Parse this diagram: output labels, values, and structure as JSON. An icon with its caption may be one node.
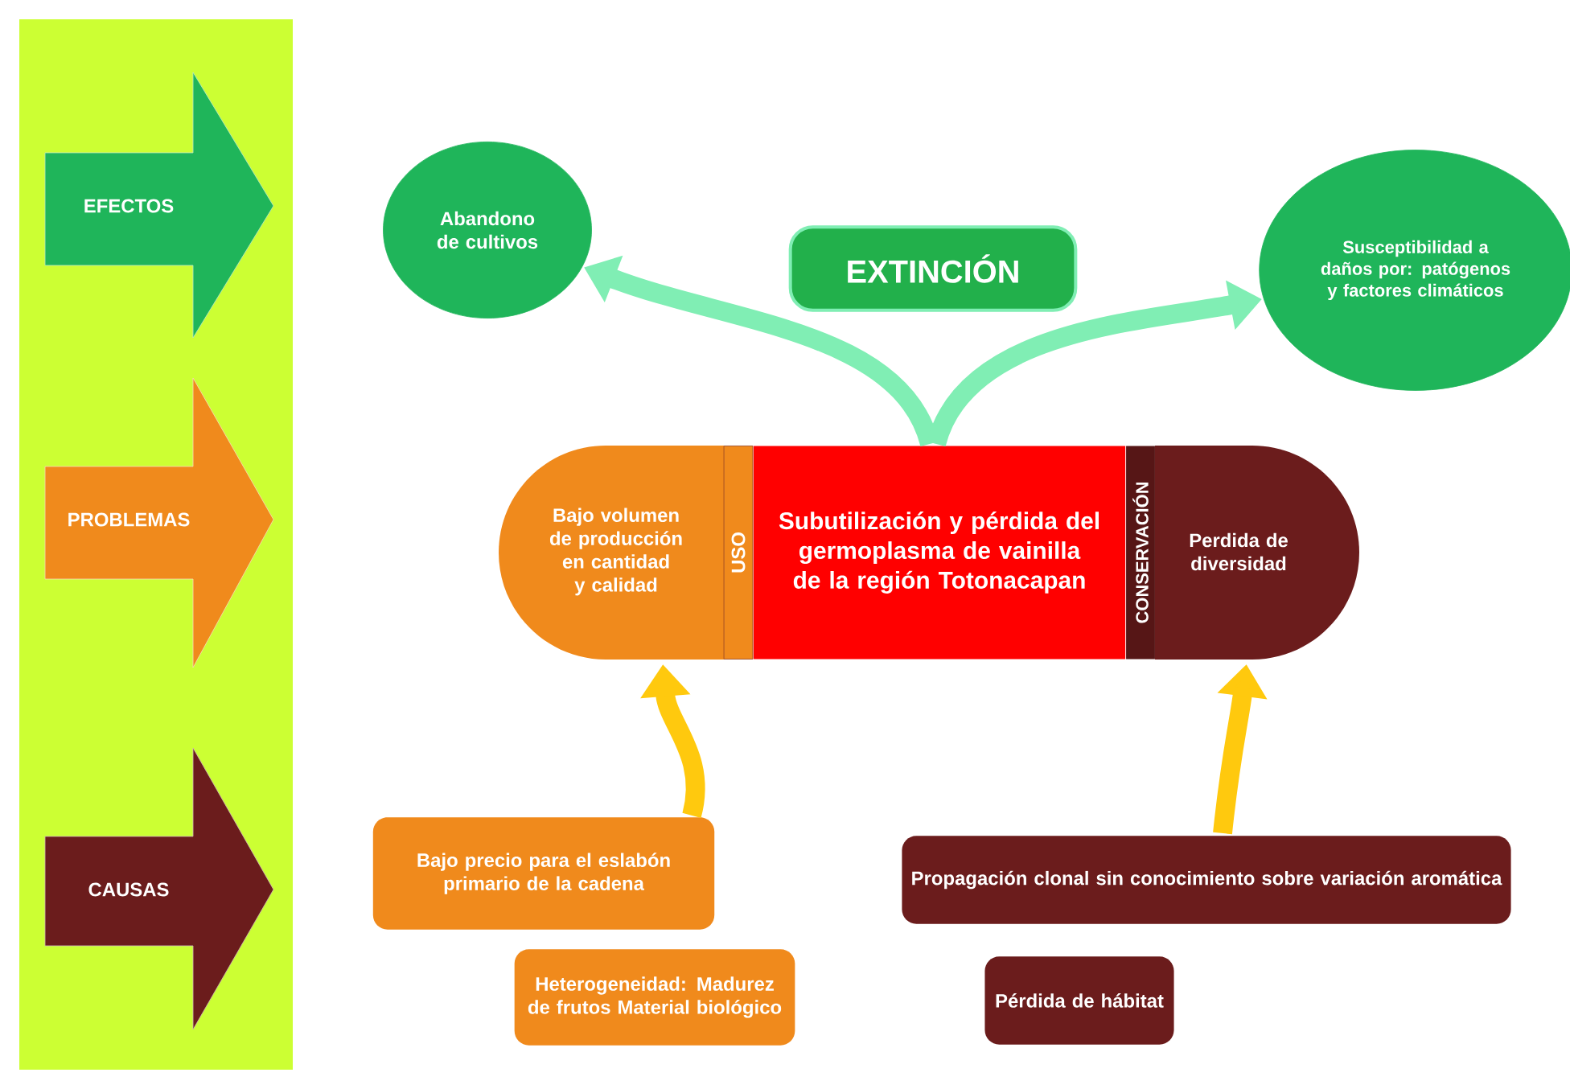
{
  "diagram": {
    "nodes": [
      {
        "text": [
          "EFECTOS"
        ]
      },
      {
        "text": [
          "PROBLEMAS"
        ]
      },
      {
        "text": [
          "CAUSAS"
        ]
      },
      {
        "text": [
          "Abandono de cultivos"
        ]
      },
      {
        "text": [
          "EXTINCIÓN"
        ]
      },
      {
        "text": [
          "Susceptibilidad a daños por: patógenos y factores climáticos"
        ]
      },
      {
        "text": [
          "Bajo volumen de producción en cantidad y calidad"
        ]
      },
      {
        "text": [
          "USO"
        ]
      },
      {
        "text": [
          "Subutilización y pérdida del germoplasma de vainilla de la región Totonacapan"
        ]
      },
      {
        "text": [
          "CONSERVACIÓN"
        ]
      },
      {
        "text": [
          "Perdida de diversidad"
        ]
      },
      {
        "text": [
          "Bajo precio para el eslabón primario de la cadena"
        ]
      },
      {
        "text": [
          "Heterogeneidad: Madurez de frutos Material biológico"
        ]
      },
      {
        "text": [
          "Propagación clonal sin conocimiento sobre variación aromática"
        ]
      },
      {
        "text": [
          "Pérdida de hábitat"
        ]
      }
    ],
    "edges": [
      {
        "from": 8,
        "to": 3,
        "arrow": "to",
        "color": "#80eeb4"
      },
      {
        "from": 8,
        "to": 5,
        "arrow": "to",
        "color": "#80eeb4"
      },
      {
        "from": 11,
        "to": 6,
        "arrow": "to",
        "color": "#ffc90e"
      },
      {
        "from": 13,
        "to": 10,
        "arrow": "to",
        "color": "#ffc90e"
      }
    ]
  }
}
